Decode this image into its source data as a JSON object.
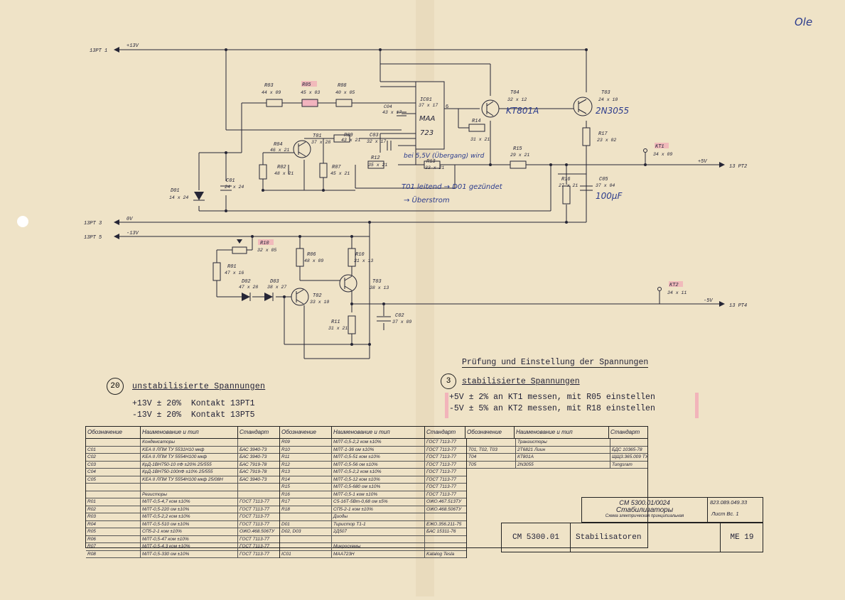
{
  "corner_mark": "Ole",
  "connectors": {
    "pt1": "13PT 1",
    "pt1_v": "+13V",
    "pt3": "13PT 3",
    "pt3_v": "0V",
    "pt5": "13PT 5",
    "pt5_v": "-13V",
    "pt2": "13 PT2",
    "pt2_v": "+5V",
    "pt4": "13 PT4",
    "pt4_v": "-5V"
  },
  "components": {
    "r03": {
      "name": "R03",
      "val": "44 x 09"
    },
    "r05": {
      "name": "R05",
      "val": "45 x 03"
    },
    "r08": {
      "name": "R08",
      "val": "40 x 05"
    },
    "ic01": {
      "name": "IC01",
      "val": "37 x 17"
    },
    "ic_mark": "MAA 723",
    "c04": {
      "name": "C04",
      "val": "43 x 17"
    },
    "t04": {
      "name": "T04",
      "val": "32 x 12"
    },
    "t04_hand": "KT801A",
    "t03t": {
      "name": "T03",
      "val": "24 x 10"
    },
    "t03_hand": "2N3055",
    "r14": {
      "name": "R14",
      "val": "31 x 21"
    },
    "r17": {
      "name": "R17",
      "val": "23 x 02"
    },
    "r15": {
      "name": "R15",
      "val": "29 x 21"
    },
    "t01": {
      "name": "T01",
      "val": "37 x 28"
    },
    "r04": {
      "name": "R04",
      "val": "46 x 21"
    },
    "r09": {
      "name": "R09",
      "val": "43 x 21"
    },
    "c03": {
      "name": "C03",
      "val": "32 x 17"
    },
    "r02": {
      "name": "R02",
      "val": "48 x 21"
    },
    "r07": {
      "name": "R07",
      "val": "45 x 21"
    },
    "r12": {
      "name": "R12",
      "val": "35 x 21"
    },
    "r13": {
      "name": "R13",
      "val": "33 x 21"
    },
    "c01": {
      "name": "C01",
      "val": "24 x 24"
    },
    "d01": {
      "name": "D01",
      "val": "14 x 24"
    },
    "r16": {
      "name": "R16",
      "val": "27 x 21"
    },
    "c05": {
      "name": "C05",
      "val": "37 x 04"
    },
    "c05_hand": "100µF",
    "kt1": {
      "name": "KT1",
      "val": "34 x 09"
    },
    "r10": {
      "name": "R10",
      "val": "32 x 05"
    },
    "r01": {
      "name": "R01",
      "val": "47 x 16"
    },
    "r06": {
      "name": "R06",
      "val": "48 x 09"
    },
    "r11t": {
      "name": "R10",
      "val": "31 x 13"
    },
    "d02": {
      "name": "D02",
      "val": "47 x 28"
    },
    "d03": {
      "name": "D03",
      "val": "38 x 27"
    },
    "t02": {
      "name": "T02",
      "val": "33 x 10"
    },
    "t03b": {
      "name": "T03",
      "val": "38 x 13"
    },
    "r11": {
      "name": "R11",
      "val": "31 x 21"
    },
    "c02": {
      "name": "C02",
      "val": "37 x 09"
    },
    "kt2": {
      "name": "KT2",
      "val": "34 x 11"
    }
  },
  "notes": {
    "note1": "bei 5,5V (Übergang) wird",
    "note2": "T01 leitend → D01 gezündet",
    "note3": "→ Überstrom"
  },
  "unstab": {
    "badge": "20",
    "heading": "unstabilisierte Spannungen",
    "line1": "+13V ± 20%  Kontakt 13PT1",
    "line2": "-13V ± 20%  Kontakt 13PT5"
  },
  "stab": {
    "title": "Prüfung und Einstellung der Spannungen",
    "badge": "3",
    "heading": "stabilisierte Spannungen",
    "line1": "+5V ± 2% an KT1 messen, mit R05 einstellen",
    "line2": "-5V ± 5% an KT2 messen, mit R18 einstellen"
  },
  "parts_table": {
    "headers": [
      "Обозначение",
      "Наименование и тип",
      "Стандарт",
      "Обозначение",
      "Наименование и тип",
      "Стандарт",
      "Обозначение",
      "Наименование и тип",
      "Стандарт"
    ],
    "col1": [
      [
        "",
        "Конденсаторы",
        ""
      ],
      [
        "C01",
        "KEA II ЛПМ ТУ 5531H10 мкф",
        "БАС 3940-73"
      ],
      [
        "C02",
        "KEA II ЛПМ ТУ 5554H100 мкф",
        "БАС 3940-73"
      ],
      [
        "C03",
        "КрД-1ВН750-10 пФ ±20% 25/555",
        "БАС 7919-78"
      ],
      [
        "C04",
        "КрД-1ВН750-100пФ ±10% 25/555",
        "БАС 7919-78"
      ],
      [
        "C05",
        "KEA II ЛПМ ТУ 5554H100 мкф 25/08H",
        "БАС 3940-73"
      ],
      [
        "",
        "",
        ""
      ],
      [
        "",
        "Резисторы",
        ""
      ],
      [
        "R01",
        "МЛТ-0,5-4,7 ком ±10%",
        "ГОСТ 7113-77"
      ],
      [
        "R02",
        "МЛТ-0,5-220 ом ±10%",
        "ГОСТ 7113-77"
      ],
      [
        "R03",
        "МЛТ-0,5-2,2 ком ±10%",
        "ГОСТ 7113-77"
      ],
      [
        "R04",
        "МЛТ-0,5-510 ом ±10%",
        "ГОСТ 7113-77"
      ],
      [
        "R05",
        "СП5-2-1 ком ±10%",
        "ОЖО.468.506ТУ"
      ],
      [
        "R06",
        "МЛТ-0,5-47 ком ±10%",
        "ГОСТ 7113-77"
      ],
      [
        "R07",
        "МЛТ-0,5-4,3 ком ±10%",
        "ГОСТ 7113-77"
      ],
      [
        "R08",
        "МЛТ-0,5-330 ом ±10%",
        "ГОСТ 7113-77"
      ]
    ],
    "col2": [
      [
        "R09",
        "МЛТ-0,5-2,2 ком ±10%",
        "ГОСТ 7113-77"
      ],
      [
        "R10",
        "МЛТ-1-36 ом ±10%",
        "ГОСТ 7113-77"
      ],
      [
        "R11",
        "МЛТ-0,5-51 ком ±10%",
        "ГОСТ 7113-77"
      ],
      [
        "R12",
        "МЛТ-0,5-56 ом ±10%",
        "ГОСТ 7113-77"
      ],
      [
        "R13",
        "МЛТ-0,5-2,2 ком ±10%",
        "ГОСТ 7113-77"
      ],
      [
        "R14",
        "МЛТ-0,5-12 ком ±10%",
        "ГОСТ 7113-77"
      ],
      [
        "R15",
        "МЛТ-0,5-680 ом ±10%",
        "ГОСТ 7113-77"
      ],
      [
        "R16",
        "МЛТ-0,5-1 ком ±10%",
        "ГОСТ 7113-77"
      ],
      [
        "R17",
        "С5-16Т-5Вт-0,68 ом ±5%",
        "ОЖО.467.513ТУ"
      ],
      [
        "R18",
        "СП5-2-1 ком ±10%",
        "ОЖО.468.506ТУ"
      ],
      [
        "",
        "Диоды",
        ""
      ],
      [
        "D01",
        "Тиристор Т1-1",
        "ЕЖО.356.211-75"
      ],
      [
        "D02, D03",
        "2Д507",
        "БАС 15311-76"
      ],
      [
        "",
        "",
        ""
      ],
      [
        "",
        "Микросхемы",
        ""
      ],
      [
        "IC01",
        "МАА723Н",
        "Katalog Tesla"
      ]
    ],
    "col3": [
      [
        "",
        "Транзисторы",
        ""
      ],
      [
        "T01, T02, T03",
        "2Т6821 Лиин",
        "БДС 10365-78"
      ],
      [
        "T04",
        "КТ801А",
        "ЩЩ3.365.009 ТУ"
      ],
      [
        "T05",
        "2N3055",
        "Tungsram"
      ]
    ]
  },
  "title_block": {
    "code": "CM 5300.01/0024",
    "name_ru": "Стабилизаторы",
    "type_ru": "Схема электрическая принципиальная",
    "doc_no": "823.089.049.33",
    "sheet": "Лист   Вс. 1",
    "main_code": "CM 5300.01",
    "main_name": "Stabilisatoren",
    "page": "ME 19"
  }
}
